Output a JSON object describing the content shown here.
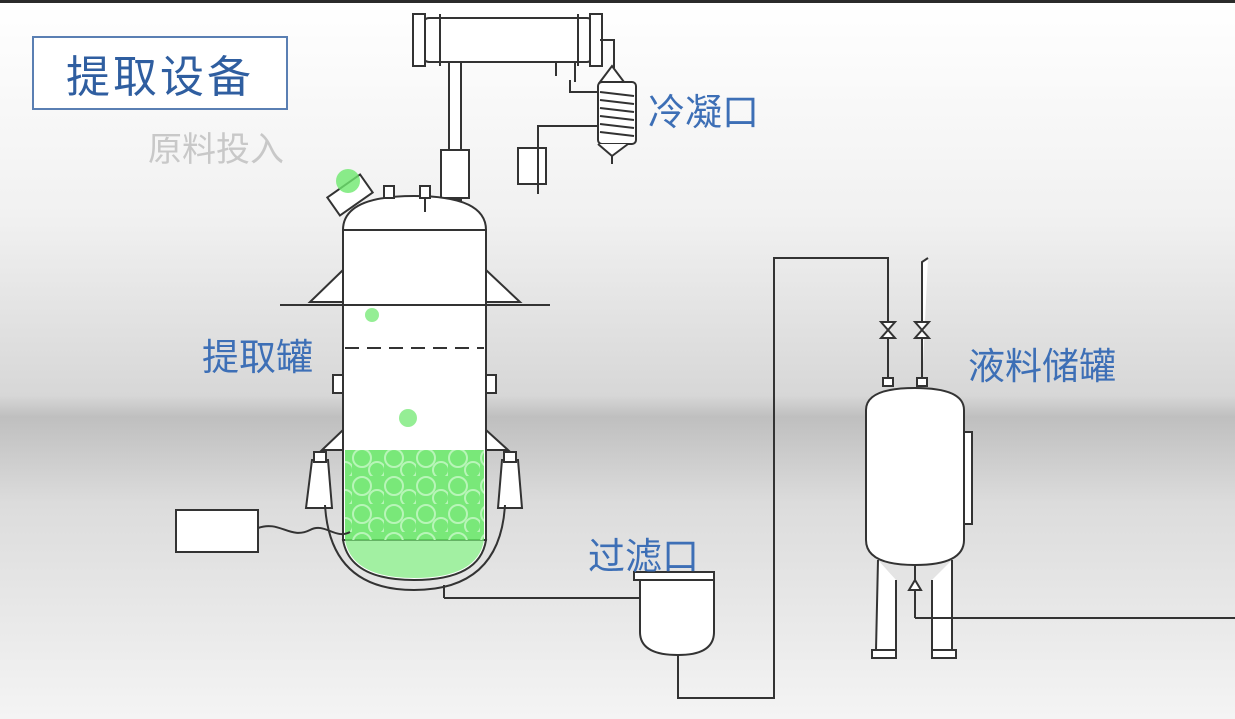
{
  "title": "提取设备",
  "labels": {
    "material_input": "原料投入",
    "condenser": "冷凝口",
    "extraction_tank": "提取罐",
    "storage_tank": "液料储罐",
    "filter": "过滤口"
  },
  "colors": {
    "label_blue": "#3d6fb6",
    "title_border": "#5a7fb3",
    "material_green": "#5fe35f",
    "line": "#333333"
  }
}
